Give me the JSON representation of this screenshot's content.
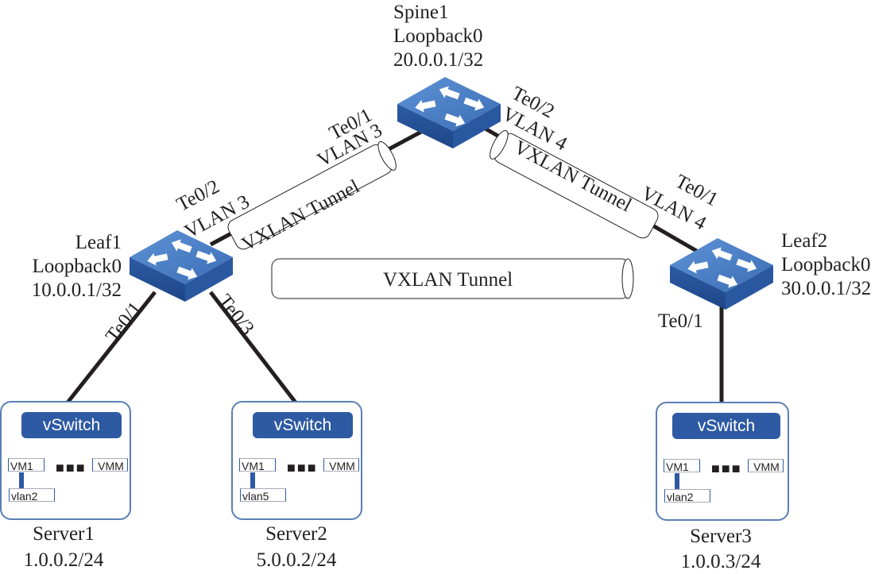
{
  "diagram": {
    "title": "VXLAN spine-leaf topology",
    "colors": {
      "switch_blue": "#3a6db5",
      "vswitch_blue": "#2e5aa3",
      "server_border": "#5b7fb5",
      "link": "#231f20"
    },
    "nodes": {
      "spine1": {
        "name": "Spine1",
        "loopback": "Loopback0",
        "ip": "20.0.0.1/32",
        "icon": "l3-switch-icon"
      },
      "leaf1": {
        "name": "Leaf1",
        "loopback": "Loopback0",
        "ip": "10.0.0.1/32",
        "icon": "l3-switch-icon"
      },
      "leaf2": {
        "name": "Leaf2",
        "loopback": "Loopback0",
        "ip": "30.0.0.1/32",
        "icon": "l3-switch-icon"
      }
    },
    "links": {
      "leaf1_spine": {
        "leaf_port": "Te0/2",
        "leaf_vlan": "VLAN 3",
        "spine_port": "Te0/1",
        "spine_vlan": "VLAN 3"
      },
      "spine_leaf2": {
        "spine_port": "Te0/2",
        "spine_vlan": "VLAN 4",
        "leaf_port": "Te0/1",
        "leaf_vlan": "VLAN 4"
      },
      "leaf1_server1": {
        "port": "Te0/1"
      },
      "leaf1_server2": {
        "port": "Te0/3"
      },
      "leaf2_server3": {
        "port": "Te0/1"
      }
    },
    "tunnels": {
      "leaf1_spine": "VXLAN Tunnel",
      "spine_leaf2": "VXLAN Tunnel",
      "leaf1_leaf2": "VXLAN Tunnel"
    },
    "servers": [
      {
        "name": "Server1",
        "ip": "1.0.0.2/24",
        "vswitch": "vSwitch",
        "vm": "VM1",
        "vmm": "VMM",
        "vlan": "vlan2",
        "dots": "■■■"
      },
      {
        "name": "Server2",
        "ip": "5.0.0.2/24",
        "vswitch": "vSwitch",
        "vm": "VM1",
        "vmm": "VMM",
        "vlan": "vlan5",
        "dots": "■■■"
      },
      {
        "name": "Server3",
        "ip": "1.0.0.3/24",
        "vswitch": "vSwitch",
        "vm": "VM1",
        "vmm": "VMM",
        "vlan": "vlan2",
        "dots": "■■■"
      }
    ]
  }
}
